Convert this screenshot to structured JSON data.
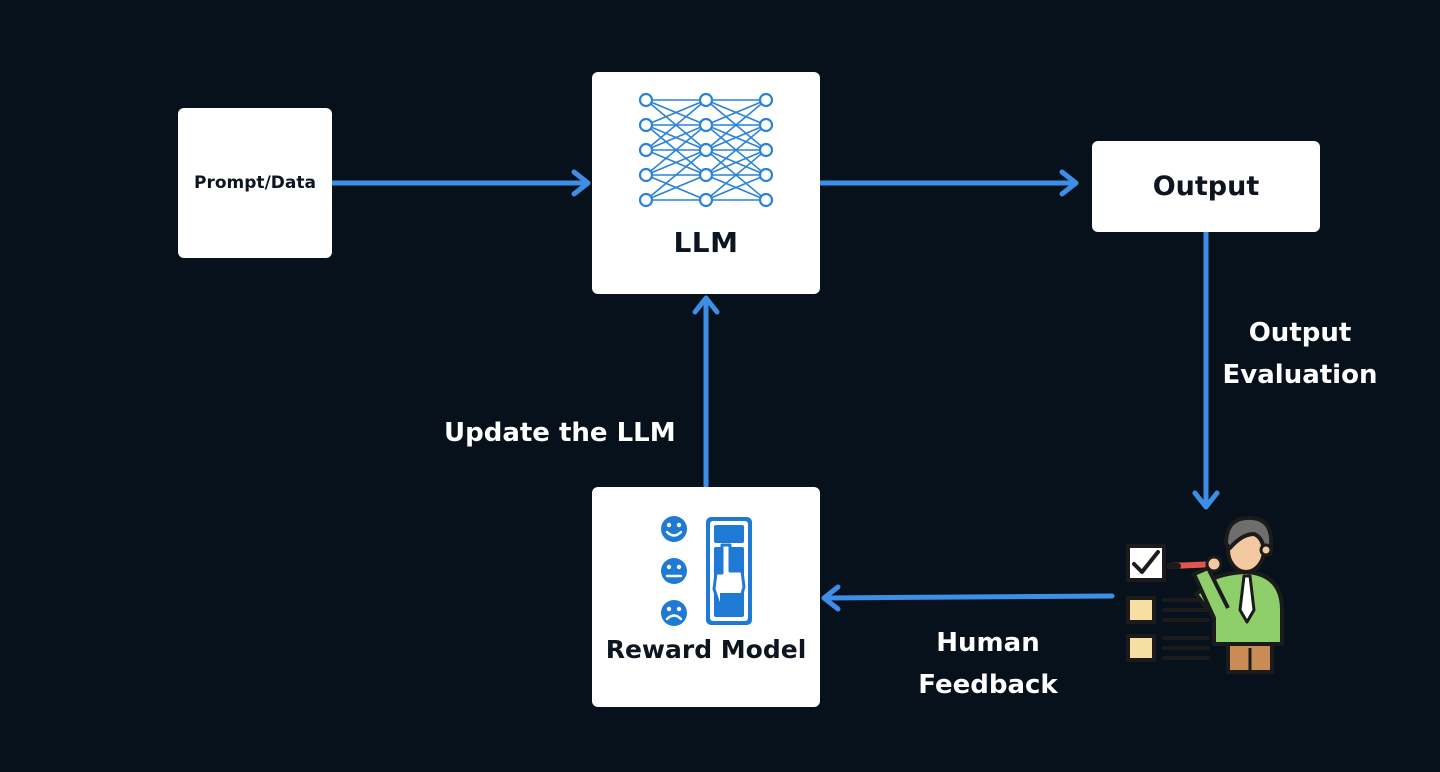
{
  "colors": {
    "background": "#06111c",
    "arrow": "#3d8ee6",
    "box": "#ffffff",
    "icon_blue": "#1f7ad6"
  },
  "nodes": {
    "prompt": {
      "label": "Prompt/Data"
    },
    "llm": {
      "label": "LLM",
      "icon": "neural-network-icon"
    },
    "output": {
      "label": "Output"
    },
    "reward": {
      "label": "Reward Model",
      "icon": "feedback-rating-icon"
    },
    "evaluator": {
      "icon": "human-evaluator-icon"
    }
  },
  "edges": {
    "update": {
      "label": "Update the LLM"
    },
    "evaluation": {
      "line1": "Output",
      "line2": "Evaluation"
    },
    "feedback": {
      "line1": "Human",
      "line2": "Feedback"
    }
  }
}
